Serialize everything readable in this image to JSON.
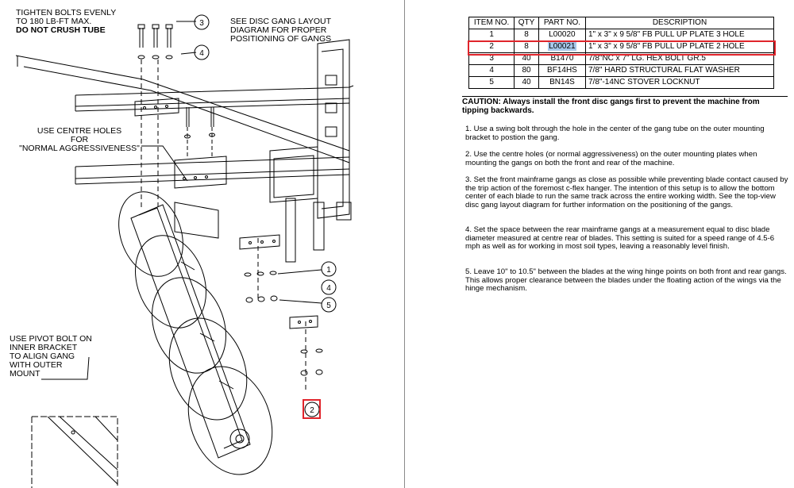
{
  "left": {
    "callouts": {
      "tighten": {
        "line1": "TIGHTEN BOLTS EVENLY",
        "line2": "TO 180 LB-FT MAX.",
        "line3": "DO NOT CRUSH TUBE"
      },
      "disc_gang": {
        "line1": "SEE DISC GANG LAYOUT",
        "line2": "DIAGRAM FOR PROPER",
        "line3": "POSITIONING OF GANGS"
      },
      "centre_holes": {
        "line1": "USE CENTRE HOLES",
        "line2": "FOR",
        "line3": "\"NORMAL AGGRESSIVENESS\""
      },
      "pivot_bolt": {
        "line1": "USE PIVOT BOLT ON",
        "line2": "INNER BRACKET",
        "line3": "TO ALIGN GANG",
        "line4": "WITH OUTER",
        "line5": "MOUNT"
      }
    },
    "balloons": [
      "3",
      "4",
      "1",
      "4",
      "5",
      "2"
    ],
    "highlight_color": "#e0242b"
  },
  "parts_table": {
    "headers": {
      "item": "ITEM NO.",
      "qty": "QTY",
      "part": "PART NO.",
      "desc": "DESCRIPTION"
    },
    "rows": [
      {
        "item": "1",
        "qty": "8",
        "part": "L00020",
        "desc": "1\" x 3\" x 9 5/8\" FB PULL UP PLATE 3 HOLE"
      },
      {
        "item": "2",
        "qty": "8",
        "part": "L00021",
        "desc": "1\" x 3\" x 9 5/8\" FB PULL UP PLATE 2 HOLE"
      },
      {
        "item": "3",
        "qty": "40",
        "part": "B1470",
        "desc": "7/8\"NC x 7\" LG. HEX BOLT GR.5"
      },
      {
        "item": "4",
        "qty": "80",
        "part": "BF14HS",
        "desc": "7/8\" HARD STRUCTURAL FLAT WASHER"
      },
      {
        "item": "5",
        "qty": "40",
        "part": "BN14S",
        "desc": "7/8\"-14NC STOVER LOCKNUT"
      }
    ],
    "highlighted_row": "2"
  },
  "caution": "CAUTION:  Always install the front disc gangs first to prevent the machine from tipping backwards.",
  "notes": [
    "1.  Use a swing bolt through the hole in the center of the gang tube on the outer mounting bracket to postion the gang.",
    "2.  Use the centre holes (or normal aggressiveness) on the outer mounting plates when mounting the gangs on both the front and rear of the machine.",
    "3.  Set the front mainframe gangs as close as possible while preventing blade contact caused by the trip action of the foremost c-flex hanger.  The intention of this setup is to allow the bottom center of each blade to run the same track across the entire working width.  See the top-view disc gang layout diagram for further information on the positioning of the gangs.",
    "4.  Set the space between the rear mainframe gangs at a measurement equal to disc blade diameter measured at centre rear of blades.  This setting is suited for a speed range of 4.5-6 mph as well as for working in most soil types, leaving a reasonably level finish.",
    "5.  Leave 10\" to 10.5\" between the blades at the wing hinge points on both front and rear gangs.  This allows proper clearance between the blades under the floating action of the wings via the hinge mechanism."
  ]
}
